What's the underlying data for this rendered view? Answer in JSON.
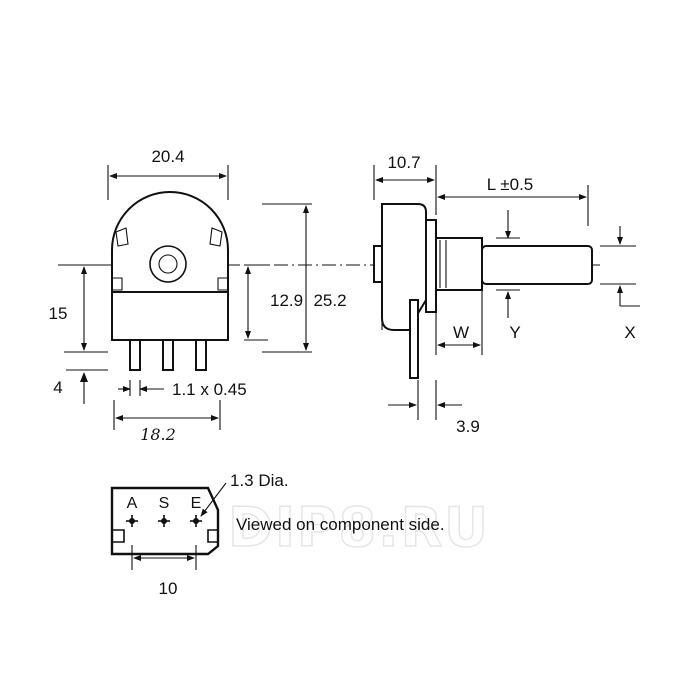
{
  "watermark": "DIP8.RU",
  "front_view": {
    "width_dim": "20.4",
    "height_dim": "15",
    "pin_length_dim": "4",
    "pin_size_dim": "1.1 x 0.45",
    "base_width_dim": "18.2"
  },
  "center_dims": {
    "shaft_height": "12.9",
    "total_height": "25.2"
  },
  "side_view": {
    "body_depth_dim": "10.7",
    "shaft_length_dim": "L ±0.5",
    "dim_w": "W",
    "dim_y": "Y",
    "dim_x": "X",
    "terminal_offset_dim": "3.9"
  },
  "footprint": {
    "hole_dia_dim": "1.3 Dia.",
    "pin_labels": [
      "A",
      "S",
      "E"
    ],
    "pitch_dim": "10",
    "note": "Viewed on component side."
  }
}
